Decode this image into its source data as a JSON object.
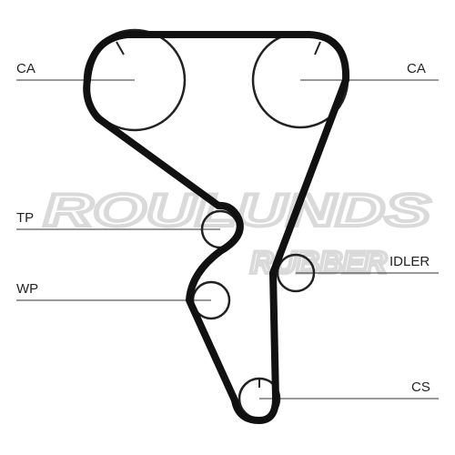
{
  "watermark": {
    "brand_line1": "ROULUNDS",
    "brand_line2": "RUBBER",
    "color": "#d6d6d6"
  },
  "labels": {
    "cam_left": "CA",
    "cam_right": "CA",
    "tensioner_pulley": "TP",
    "water_pump": "WP",
    "idler": "IDLER",
    "crankshaft": "CS"
  },
  "colors": {
    "belt": "#111111",
    "pulley": "#222222",
    "leader_line": "#333333"
  }
}
